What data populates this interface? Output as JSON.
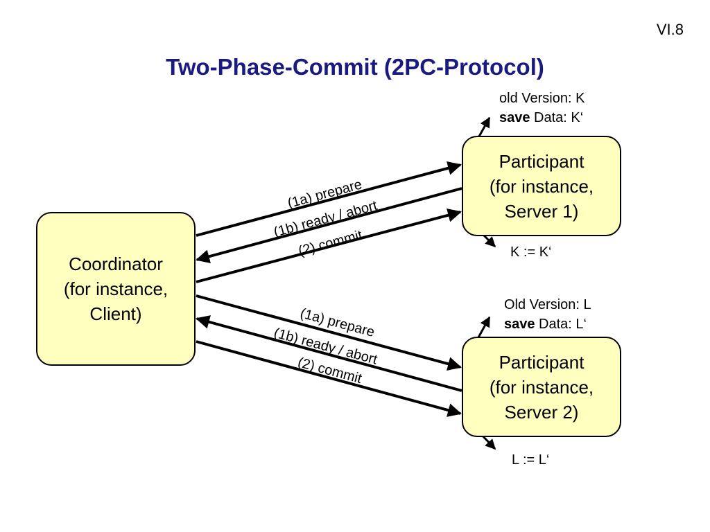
{
  "slide_number": "VI.8",
  "title": "Two-Phase-Commit (2PC-Protocol)",
  "coordinator": {
    "lines": [
      "Coordinator",
      "(for instance,",
      "Client)"
    ]
  },
  "participant1": {
    "lines": [
      "Participant",
      "(for instance,",
      "Server 1)"
    ],
    "note_top": {
      "line1": "old Version: K",
      "save_word": "save",
      "line2_rest": " Data: K‘"
    },
    "note_bottom": "K := K‘"
  },
  "participant2": {
    "lines": [
      "Participant",
      "(for instance,",
      "Server 2)"
    ],
    "note_top": {
      "line1": "Old Version: L",
      "save_word": "save",
      "line2_rest": " Data: L‘"
    },
    "note_bottom": "L := L‘"
  },
  "messages_upper": {
    "prepare": "(1a) prepare",
    "ready": "(1b) ready / abort",
    "commit": "(2) commit"
  },
  "messages_lower": {
    "prepare": "(1a) prepare",
    "ready": "(1b) ready / abort",
    "commit": "(2) commit"
  },
  "colors": {
    "title": "#1a1a80",
    "box_fill": "#ffffbf"
  }
}
